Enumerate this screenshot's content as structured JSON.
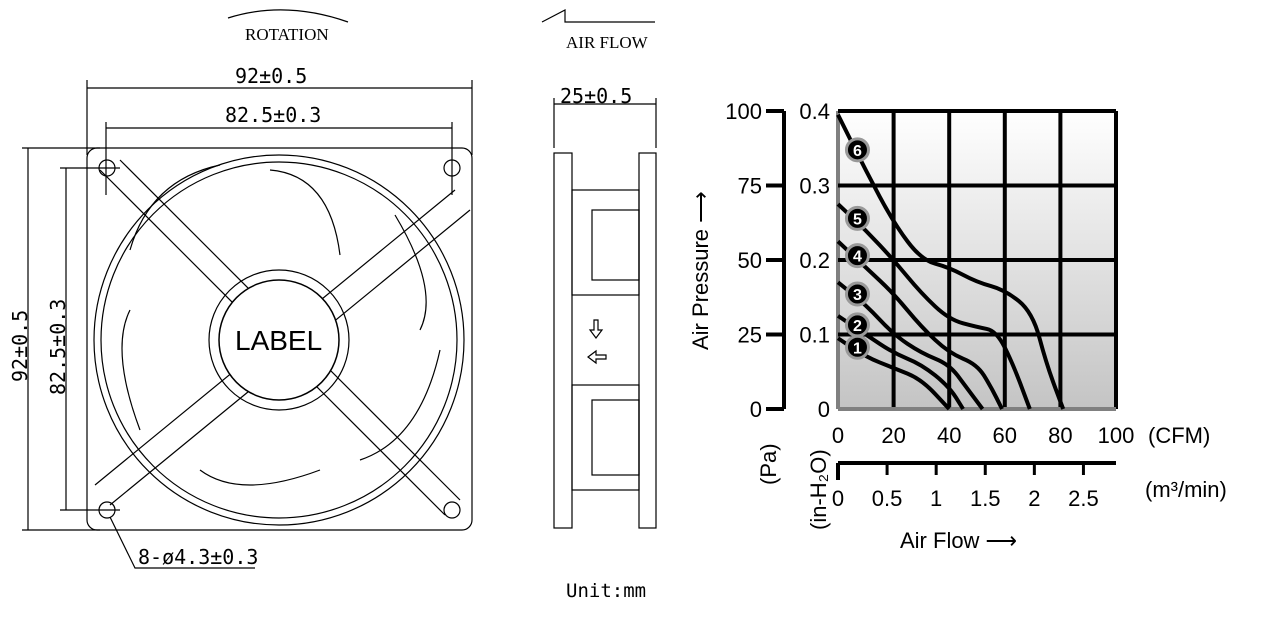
{
  "drawing": {
    "rotation_label": "ROTATION",
    "airflow_label": "AIR FLOW",
    "width_outer": "92±0.5",
    "width_inner": "82.5±0.3",
    "height_outer": "92±0.5",
    "height_inner": "82.5±0.3",
    "depth": "25±0.5",
    "hole_spec": "8-ø4.3±0.3",
    "hub_label": "LABEL",
    "unit": "Unit:mm"
  },
  "chart_data": {
    "type": "line",
    "title": "",
    "ylabel": "Air Pressure ⟶",
    "xlabel": "Air Flow ⟶",
    "x_unit": "(CFM)",
    "x2_unit": "(m³/min)",
    "y_unit": "(Pa)",
    "y2_unit": "(in-H₂O)",
    "xlim": [
      0,
      100
    ],
    "ylim": [
      0,
      0.4
    ],
    "x_ticks": [
      "0",
      "20",
      "40",
      "60",
      "80",
      "100"
    ],
    "x2_ticks": [
      "0",
      "0.5",
      "1",
      "1.5",
      "2",
      "2.5"
    ],
    "y_ticks_inh2o": [
      "0",
      "0.1",
      "0.2",
      "0.3",
      "0.4"
    ],
    "y_ticks_pa": [
      "0",
      "25",
      "50",
      "75",
      "100"
    ],
    "grid": true,
    "series": [
      {
        "name": "1",
        "x": [
          0,
          10,
          20,
          30,
          40
        ],
        "y": [
          0.095,
          0.07,
          0.055,
          0.04,
          0
        ]
      },
      {
        "name": "2",
        "x": [
          0,
          10,
          20,
          30,
          40,
          45
        ],
        "y": [
          0.125,
          0.1,
          0.075,
          0.06,
          0.03,
          0
        ]
      },
      {
        "name": "3",
        "x": [
          0,
          10,
          20,
          30,
          40,
          46,
          52
        ],
        "y": [
          0.17,
          0.14,
          0.1,
          0.075,
          0.06,
          0.03,
          0
        ]
      },
      {
        "name": "4",
        "x": [
          0,
          10,
          20,
          30,
          40,
          50,
          55,
          59
        ],
        "y": [
          0.225,
          0.19,
          0.155,
          0.11,
          0.075,
          0.06,
          0.03,
          0
        ]
      },
      {
        "name": "5",
        "x": [
          0,
          10,
          20,
          30,
          40,
          50,
          57,
          63,
          69
        ],
        "y": [
          0.275,
          0.24,
          0.2,
          0.155,
          0.12,
          0.11,
          0.105,
          0.06,
          0
        ]
      },
      {
        "name": "6",
        "x": [
          0,
          10,
          20,
          30,
          40,
          50,
          60,
          70,
          75,
          81
        ],
        "y": [
          0.395,
          0.32,
          0.25,
          0.2,
          0.19,
          0.17,
          0.16,
          0.13,
          0.06,
          0
        ]
      }
    ]
  }
}
